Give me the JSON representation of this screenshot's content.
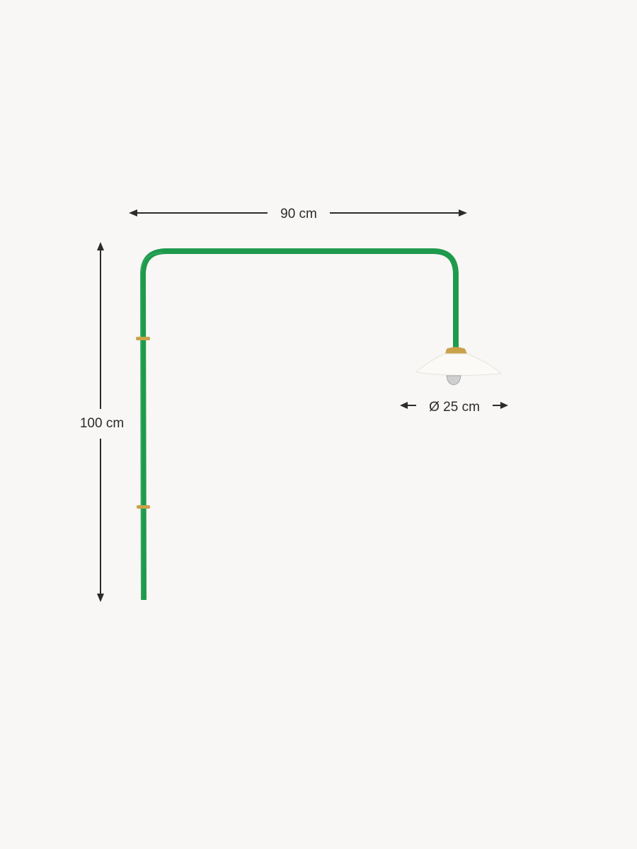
{
  "dimensions": {
    "width": "90 cm",
    "height": "100 cm",
    "shade_diameter": "Ø 25 cm"
  },
  "colors": {
    "background": "#f8f7f5",
    "lamp_arm": "#1f9a4d",
    "brass": "#c9a24a",
    "shade": "#fbfaf6",
    "dimension_lines": "#2b2b2b"
  }
}
